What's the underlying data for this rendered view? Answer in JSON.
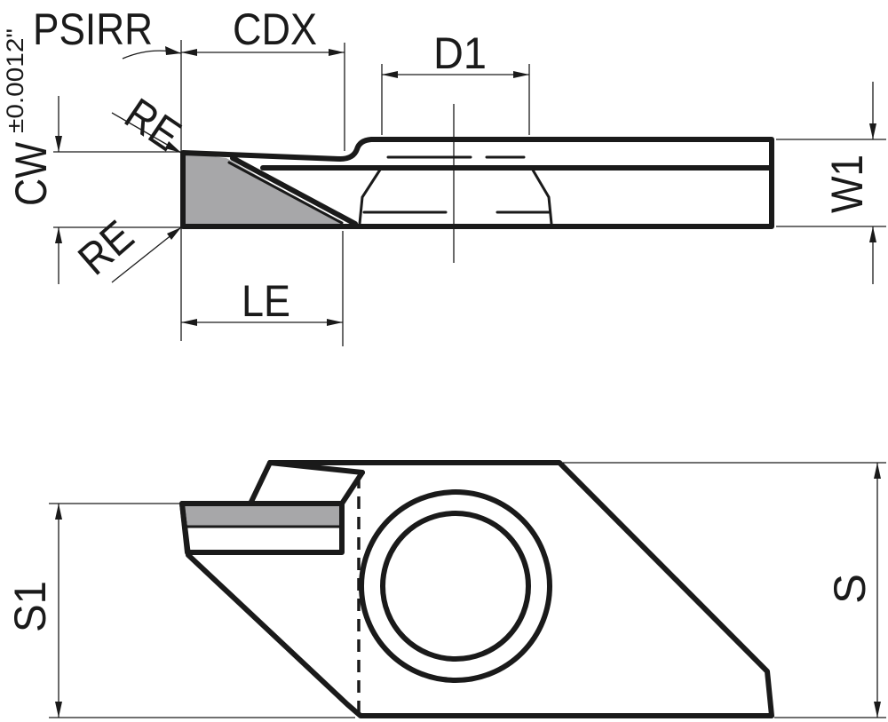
{
  "labels": {
    "psirr": "PSIRR",
    "cdx": "CDX",
    "d1": "D1",
    "re_top": "RE",
    "re_bottom": "RE",
    "cw": "CW",
    "cw_tolerance": "±0.0012\"",
    "w1": "W1",
    "le": "LE",
    "s1": "S1",
    "s": "S"
  },
  "colors": {
    "line": "#1a1a1a",
    "insert_fill": "#a7a7a9",
    "background": "#ffffff"
  }
}
